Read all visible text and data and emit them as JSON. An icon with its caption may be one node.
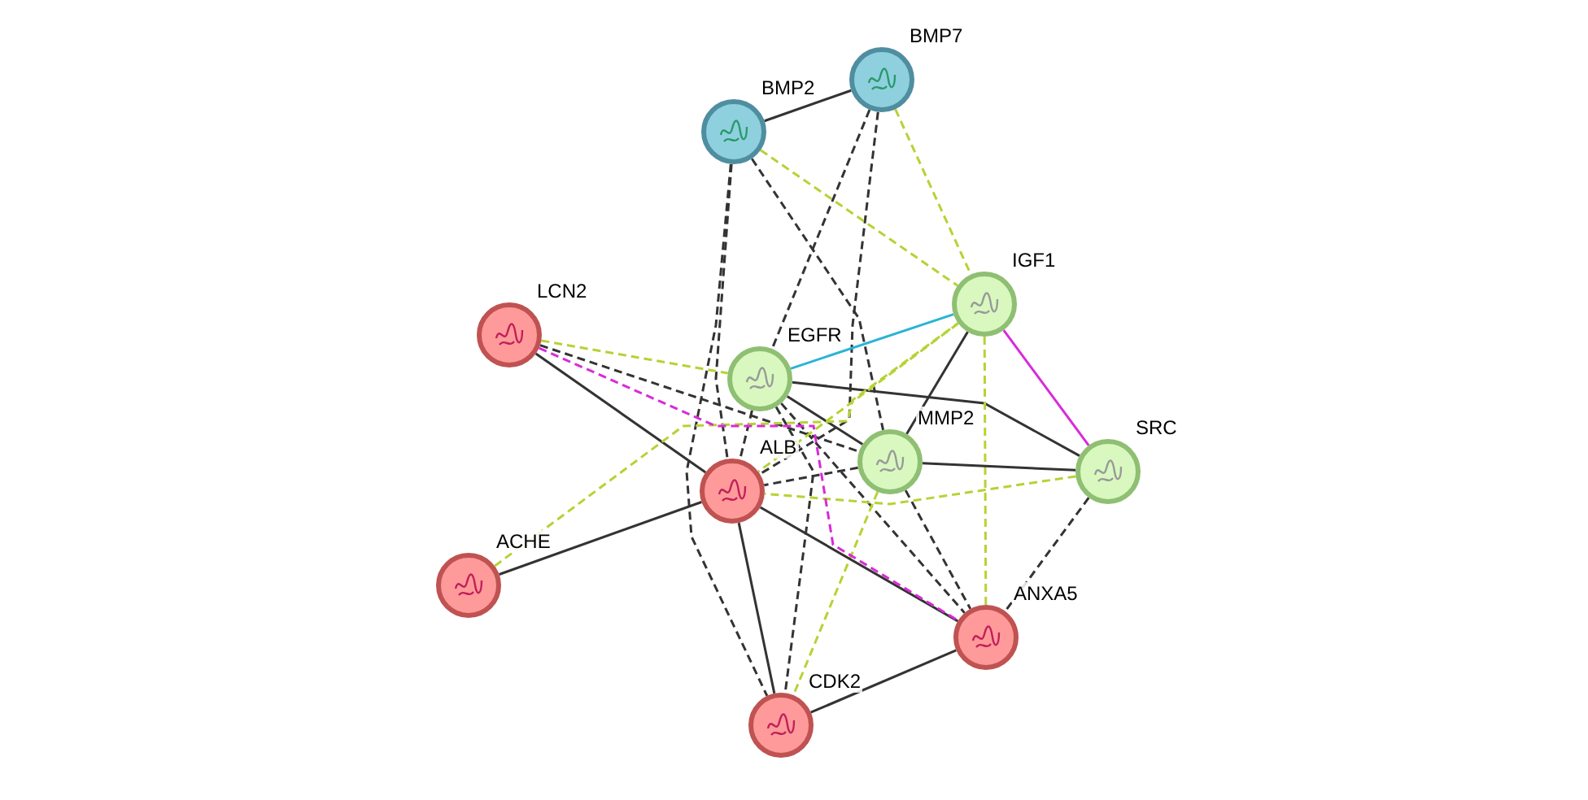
{
  "diagram": {
    "nodes": [
      {
        "text": [
          "BMP7"
        ]
      },
      {
        "text": [
          "BMP2"
        ]
      },
      {
        "text": [
          "LCN2"
        ]
      },
      {
        "text": [
          "IGF1"
        ]
      },
      {
        "text": [
          "EGFR"
        ]
      },
      {
        "text": [
          "MMP2"
        ]
      },
      {
        "text": [
          "SRC"
        ]
      },
      {
        "text": [
          "ALB"
        ]
      },
      {
        "text": [
          "ACHE"
        ]
      },
      {
        "text": [
          "ANXA5"
        ]
      },
      {
        "text": [
          "CDK2"
        ]
      }
    ],
    "edges": [
      {
        "from": 1,
        "to": 0,
        "arrow": "none"
      },
      {
        "from": 0,
        "to": 4,
        "arrow": "none",
        "style": "dashed"
      },
      {
        "from": 0,
        "to": 7,
        "arrow": "none",
        "style": "dashed"
      },
      {
        "from": 0,
        "to": 3,
        "arrow": "none",
        "style": "dashed",
        "color": "#b5d334"
      },
      {
        "from": 1,
        "to": 7,
        "arrow": "none",
        "style": "dashed"
      },
      {
        "from": 1,
        "to": 10,
        "arrow": "none",
        "style": "dashed"
      },
      {
        "from": 1,
        "to": 5,
        "arrow": "none",
        "style": "dashed"
      },
      {
        "from": 1,
        "to": 3,
        "arrow": "none",
        "style": "dashed",
        "color": "#b5d334"
      },
      {
        "from": 2,
        "to": 4,
        "arrow": "none",
        "style": "dashed",
        "color": "#b5d334"
      },
      {
        "from": 2,
        "to": 5,
        "arrow": "none",
        "style": "dashed"
      },
      {
        "from": 2,
        "to": 7,
        "arrow": "none"
      },
      {
        "from": 4,
        "to": 3,
        "arrow": "none",
        "color": "#2ab4d6"
      },
      {
        "from": 4,
        "to": 6,
        "arrow": "none"
      },
      {
        "from": 4,
        "to": 5,
        "arrow": "none"
      },
      {
        "from": 4,
        "to": 7,
        "arrow": "none",
        "style": "dashed"
      },
      {
        "from": 4,
        "to": 10,
        "arrow": "none",
        "style": "dashed"
      },
      {
        "from": 4,
        "to": 9,
        "arrow": "none",
        "style": "dashed"
      },
      {
        "from": 3,
        "to": 5,
        "arrow": "none"
      },
      {
        "from": 3,
        "to": 6,
        "arrow": "none",
        "color": "#d92ad9"
      },
      {
        "from": 3,
        "to": 7,
        "arrow": "none",
        "style": "dashed",
        "color": "#b5d334"
      },
      {
        "from": 3,
        "to": 9,
        "arrow": "none",
        "style": "dashed",
        "color": "#b5d334"
      },
      {
        "from": 5,
        "to": 6,
        "arrow": "none"
      },
      {
        "from": 5,
        "to": 7,
        "arrow": "none",
        "style": "dashed"
      },
      {
        "from": 5,
        "to": 9,
        "arrow": "none",
        "style": "dashed"
      },
      {
        "from": 5,
        "to": 10,
        "arrow": "none",
        "style": "dashed",
        "color": "#b5d334"
      },
      {
        "from": 6,
        "to": 9,
        "arrow": "none",
        "style": "dashed"
      },
      {
        "from": 6,
        "to": 7,
        "arrow": "none",
        "style": "dashed",
        "color": "#b5d334"
      },
      {
        "from": 8,
        "to": 3,
        "arrow": "none",
        "style": "dashed",
        "color": "#b5d334"
      },
      {
        "from": 7,
        "to": 8,
        "arrow": "none"
      },
      {
        "from": 7,
        "to": 9,
        "arrow": "none"
      },
      {
        "from": 7,
        "to": 10,
        "arrow": "none"
      },
      {
        "from": 10,
        "to": 9,
        "arrow": "none"
      },
      {
        "from": 2,
        "to": 9,
        "arrow": "none",
        "style": "dashed",
        "color": "#d92ad9"
      }
    ]
  }
}
